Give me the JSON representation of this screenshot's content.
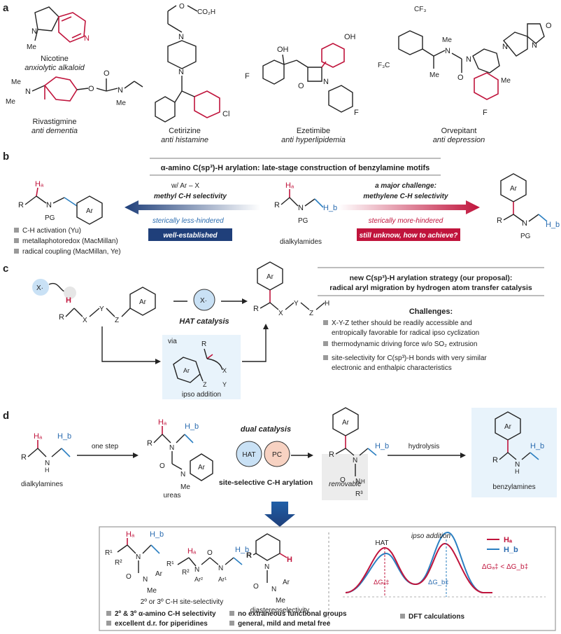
{
  "panels": {
    "a": "a",
    "b": "b",
    "c": "c",
    "d": "d"
  },
  "drugs": [
    {
      "name": "Nicotine",
      "use": "anxiolytic alkaloid"
    },
    {
      "name": "Rivastigmine",
      "use": "anti dementia"
    },
    {
      "name": "Cetirizine",
      "use": "anti histamine"
    },
    {
      "name": "Ezetimibe",
      "use": "anti hyperlipidemia"
    },
    {
      "name": "Orvepitant",
      "use": "anti depression"
    }
  ],
  "b": {
    "title": "α-amino C(sp³)-H arylation: late-stage construction of benzylamine motifs",
    "reagent": "w/ Ar – X",
    "left_sel": "methyl C-H selectivity",
    "left_hind": "sterically less-hindered",
    "left_status": "well-established",
    "right_chal1": "a major challenge:",
    "right_chal2": "methylene C-H selectivity",
    "right_hind": "sterically more-hindered",
    "right_status": "still unknow, how to achieve?",
    "center_label": "dialkylamides",
    "methods": [
      "C-H activation (Yu)",
      "metallaphotoredox (MacMillan)",
      "radical coupling (MacMillan, Ye)"
    ]
  },
  "c": {
    "title1": "new C(sp³)-H arylation strategy (our proposal):",
    "title2": "radical aryl migration by hydrogen atom transfer catalysis",
    "hat": "HAT catalysis",
    "via": "via",
    "ipso": "ipso addition",
    "challenges_title": "Challenges:",
    "challenges": [
      "X-Y-Z tether should be readily accessible and",
      "entropically favorable for radical ipso cyclization",
      "thermodynamic driving force w/o SO₂ extrusion",
      "site-selectivity for C(sp³)-H bonds with very similar",
      "electronic and enthalpic characteristics"
    ]
  },
  "d": {
    "dialkylamines": "dialkylamines",
    "one_step": "one step",
    "ureas": "ureas",
    "dual": "dual catalysis",
    "hat": "HAT",
    "pc": "PC",
    "site": "site-selective C-H arylation",
    "removable": "removable",
    "hydrolysis": "hydrolysis",
    "benzylamines": "benzylamines",
    "site_sel": "2º or 3º C-H site-selectivity",
    "diastereo": "diastereoselectivity",
    "features": [
      "2º & 3º α-amino C-H selectivity",
      "no extraneous functional groups",
      "excellent d.r. for piperidines",
      "general, mild and metal free"
    ],
    "dft": "DFT calculations",
    "hat_peak": "HAT",
    "ipso_peak": "ipso addition",
    "legend_a": "Hₐ",
    "legend_b": "H_b",
    "inequality": "ΔGₐ‡ < ΔG_b‡",
    "dga": "ΔGₐ‡",
    "dgb": "ΔG_b‡"
  },
  "colors": {
    "red": "#c0143c",
    "blue": "#2b6cb0",
    "navy": "#1f3f7a",
    "panel": "#e8f3fb"
  }
}
